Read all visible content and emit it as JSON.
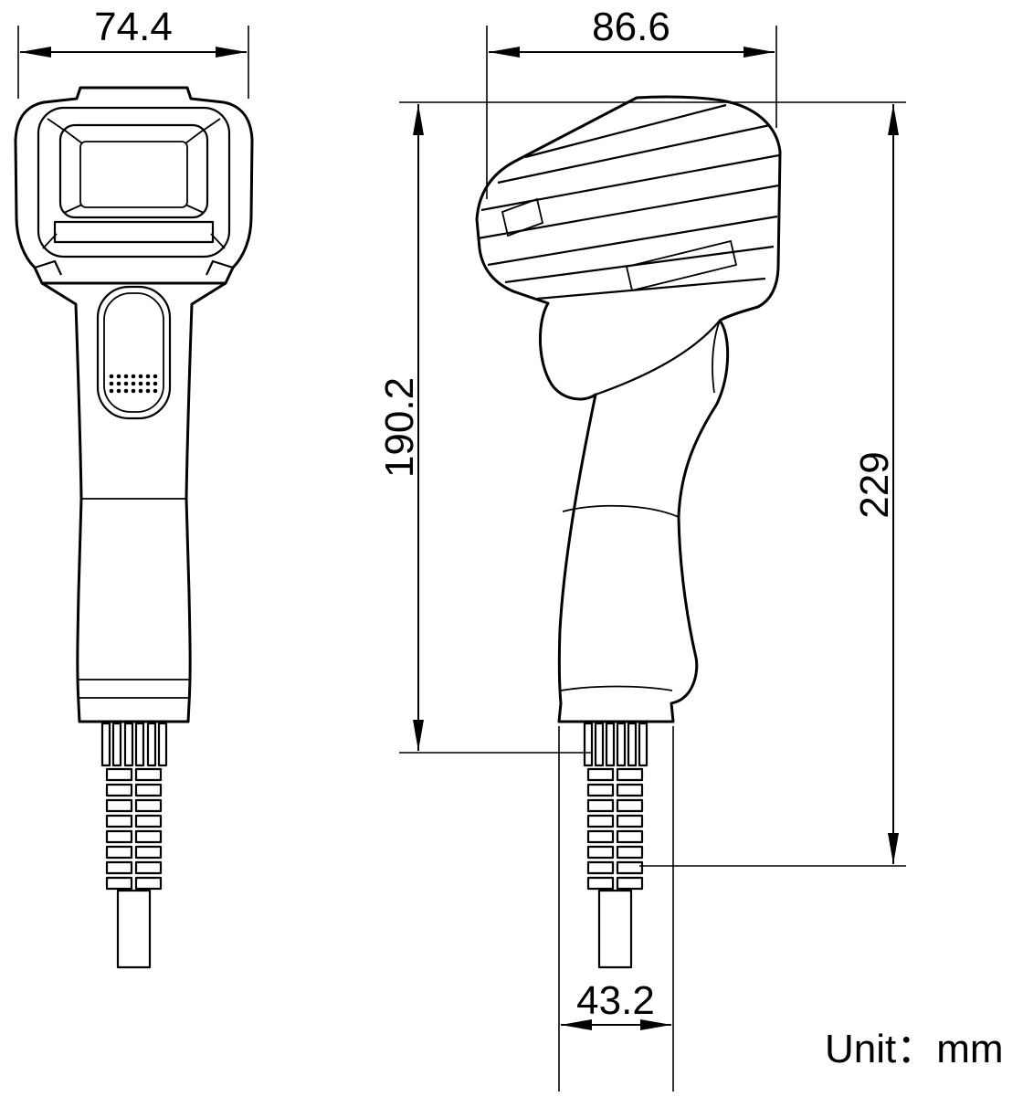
{
  "figure": {
    "title": "handheld-barcode-scanner-dimension-drawing",
    "unit_label": "Unit：mm",
    "dimensions": {
      "front_width_mm": "74.4",
      "side_width_mm": "86.6",
      "body_height_mm": "190.2",
      "total_height_mm": "229",
      "base_width_mm": "43.2"
    }
  }
}
